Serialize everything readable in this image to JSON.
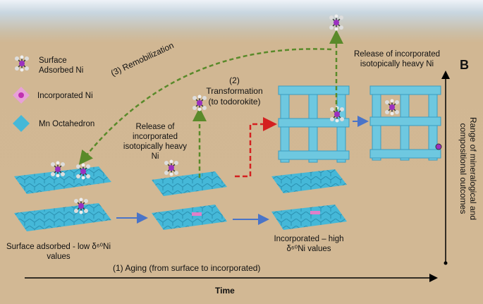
{
  "panel_label": "B",
  "legend": [
    {
      "icon": "surface-adsorbed-ni-icon",
      "label": "Surface Adsorbed Ni"
    },
    {
      "icon": "incorporated-ni-icon",
      "label": "Incorporated Ni"
    },
    {
      "icon": "mn-octahedron-icon",
      "label": "Mn Octahedron"
    }
  ],
  "labels": {
    "remobilization": "(3) Remobilization",
    "transformation": "(2) Transformation (to todorokite)",
    "release_mid": "Release of incorporated isotopically heavy Ni",
    "release_top": "Release of incorporated isotopically heavy Ni",
    "surface_adsorbed": "Surface adsorbed -  low δ⁶⁰Ni values",
    "incorporated": "Incorporated – high δ⁶⁰Ni values",
    "aging": "(1) Aging (from surface to incorporated)",
    "time": "Time",
    "range": "Range of mineralogical and compositional outcomes"
  },
  "colors": {
    "background": "#d2b894",
    "octahedron": "#45b8d8",
    "incorporated": "#e07fc8",
    "green_arrow": "#5a8a2a",
    "red_arrow": "#d42020",
    "blue_arrow": "#4a74c8"
  }
}
